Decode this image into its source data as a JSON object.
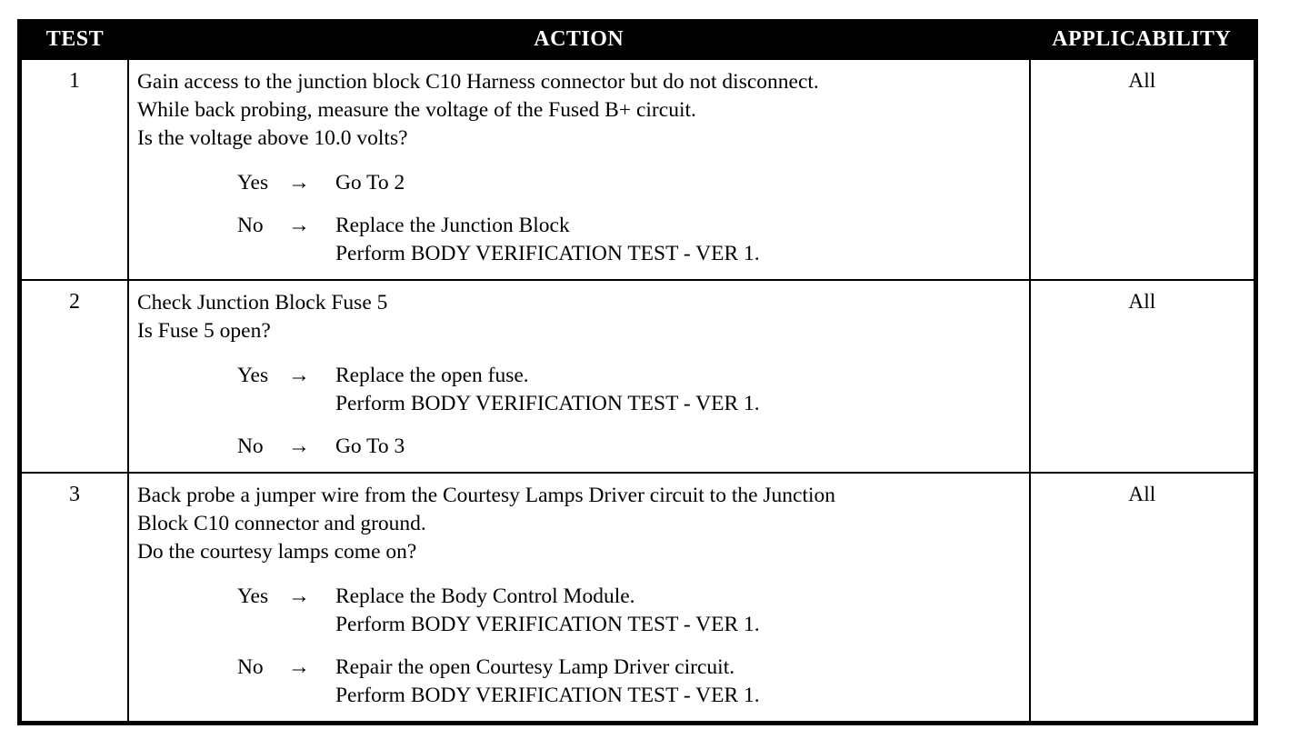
{
  "table": {
    "headers": {
      "test": "TEST",
      "action": "ACTION",
      "applicability": "APPLICABILITY"
    },
    "rows": [
      {
        "test": "1",
        "applicability": "All",
        "stem": [
          "Gain access to the junction block C10 Harness connector but do not disconnect.",
          "While back probing, measure the voltage of the Fused B+ circuit.",
          "Is the voltage above 10.0 volts?"
        ],
        "branches": [
          {
            "label": "Yes",
            "arrow": "→",
            "result": [
              "Go To   2"
            ]
          },
          {
            "label": "No",
            "arrow": "→",
            "result": [
              "Replace the Junction Block",
              "Perform BODY VERIFICATION TEST - VER 1."
            ]
          }
        ]
      },
      {
        "test": "2",
        "applicability": "All",
        "stem": [
          "Check Junction Block Fuse 5",
          "Is Fuse 5 open?"
        ],
        "branches": [
          {
            "label": "Yes",
            "arrow": "→",
            "result": [
              "Replace the open fuse.",
              "Perform BODY VERIFICATION TEST - VER 1."
            ]
          },
          {
            "label": "No",
            "arrow": "→",
            "result": [
              "Go To   3"
            ]
          }
        ]
      },
      {
        "test": "3",
        "applicability": "All",
        "stem": [
          "Back probe a jumper wire from the Courtesy Lamps Driver circuit to the Junction",
          "Block C10 connector and ground.",
          "Do the courtesy lamps come on?"
        ],
        "branches": [
          {
            "label": "Yes",
            "arrow": "→",
            "result": [
              "Replace the Body Control Module.",
              "Perform BODY VERIFICATION TEST - VER 1."
            ]
          },
          {
            "label": "No",
            "arrow": "→",
            "result": [
              "Repair the open Courtesy Lamp Driver circuit.",
              "Perform BODY VERIFICATION TEST - VER 1."
            ]
          }
        ]
      }
    ]
  },
  "colors": {
    "header_background": "#000000",
    "header_text": "#ffffff",
    "border": "#000000",
    "body_background": "#ffffff",
    "body_text": "#000000"
  }
}
